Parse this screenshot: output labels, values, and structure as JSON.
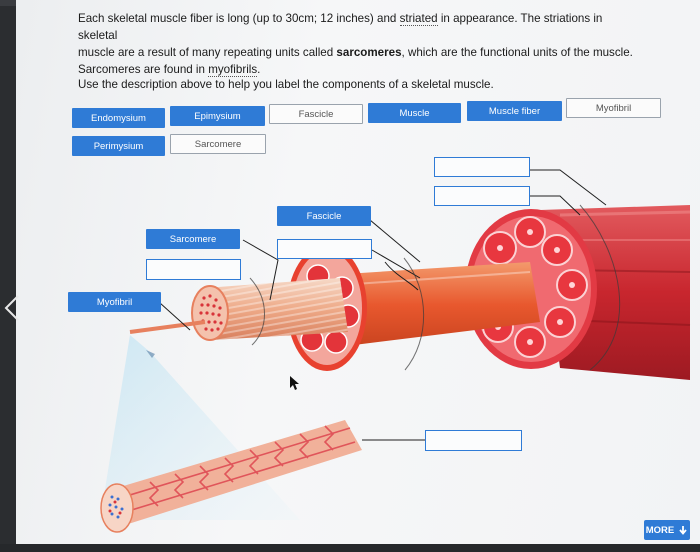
{
  "intro": {
    "line1_a": "Each skeletal muscle fiber is long (up to 30cm; 12 inches) and ",
    "line1_link": "striated",
    "line1_b": " in appearance. The striations in skeletal",
    "line2_a": "muscle are a result of many repeating units called ",
    "line2_bold": "sarcomeres",
    "line2_b": ", which are the functional units of the muscle.",
    "line3_a": "Sarcomeres are found in ",
    "line3_link": "myofibrils",
    "line3_b": "."
  },
  "instruction": "Use the description above to help you label the components of a skeletal muscle.",
  "label_bank": [
    {
      "text": "Endomysium",
      "placed": true
    },
    {
      "text": "Epimysium",
      "placed": true
    },
    {
      "text": "Fascicle",
      "placed": false
    },
    {
      "text": "Muscle",
      "placed": true
    },
    {
      "text": "Muscle fiber",
      "placed": true
    },
    {
      "text": "Myofibril",
      "placed": false
    },
    {
      "text": "Perimysium",
      "placed": true
    },
    {
      "text": "Sarcomere",
      "placed": false
    }
  ],
  "diagram_labels": {
    "fascicle": "Fascicle",
    "sarcomere": "Sarcomere",
    "myofibril": "Myofibril"
  },
  "more_button": "MORE",
  "colors": {
    "accent": "#2f7bd6",
    "muscle_red": "#d8343a",
    "fiber_orange": "#ee6a3c"
  }
}
